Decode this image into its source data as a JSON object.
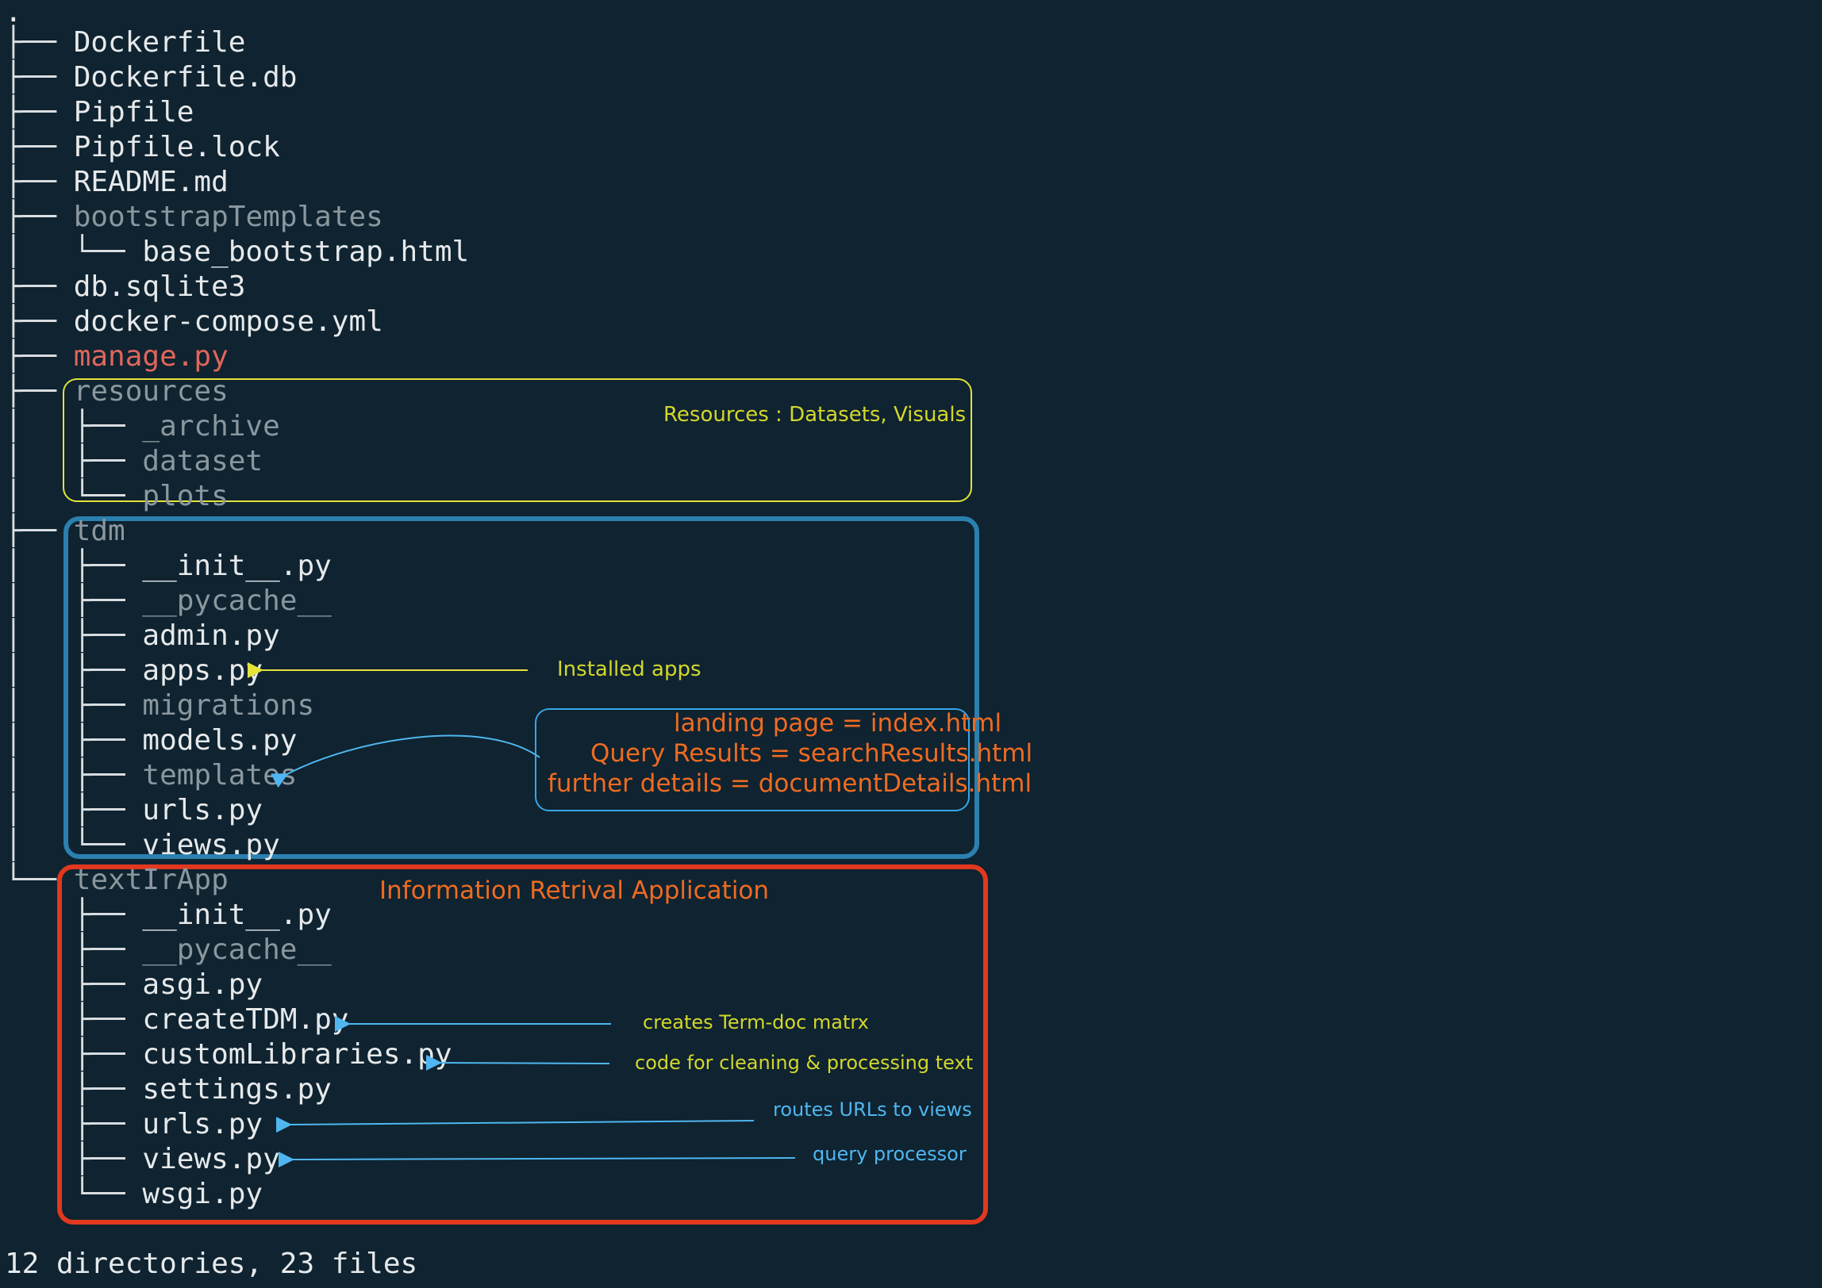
{
  "tree": {
    "root": ".",
    "lines": [
      {
        "branch": "├── ",
        "name": "Dockerfile",
        "kind": "file"
      },
      {
        "branch": "├── ",
        "name": "Dockerfile.db",
        "kind": "file"
      },
      {
        "branch": "├── ",
        "name": "Pipfile",
        "kind": "file"
      },
      {
        "branch": "├── ",
        "name": "Pipfile.lock",
        "kind": "file"
      },
      {
        "branch": "├── ",
        "name": "README.md",
        "kind": "file"
      },
      {
        "branch": "├── ",
        "name": "bootstrapTemplates",
        "kind": "dir"
      },
      {
        "branch": "│   └── ",
        "name": "base_bootstrap.html",
        "kind": "file"
      },
      {
        "branch": "├── ",
        "name": "db.sqlite3",
        "kind": "file"
      },
      {
        "branch": "├── ",
        "name": "docker-compose.yml",
        "kind": "file"
      },
      {
        "branch": "├── ",
        "name": "manage.py",
        "kind": "exec"
      },
      {
        "branch": "├── ",
        "name": "resources",
        "kind": "dir"
      },
      {
        "branch": "│   ├── ",
        "name": "_archive",
        "kind": "dir"
      },
      {
        "branch": "│   ├── ",
        "name": "dataset",
        "kind": "dir"
      },
      {
        "branch": "│   └── ",
        "name": "plots",
        "kind": "dir"
      },
      {
        "branch": "├── ",
        "name": "tdm",
        "kind": "dir"
      },
      {
        "branch": "│   ├── ",
        "name": "__init__.py",
        "kind": "file"
      },
      {
        "branch": "│   ├── ",
        "name": "__pycache__",
        "kind": "dir"
      },
      {
        "branch": "│   ├── ",
        "name": "admin.py",
        "kind": "file"
      },
      {
        "branch": "│   ├── ",
        "name": "apps.py",
        "kind": "file"
      },
      {
        "branch": "│   ├── ",
        "name": "migrations",
        "kind": "dir"
      },
      {
        "branch": "│   ├── ",
        "name": "models.py",
        "kind": "file"
      },
      {
        "branch": "│   ├── ",
        "name": "templates",
        "kind": "dir"
      },
      {
        "branch": "│   ├── ",
        "name": "urls.py",
        "kind": "file"
      },
      {
        "branch": "│   └── ",
        "name": "views.py",
        "kind": "file"
      },
      {
        "branch": "└── ",
        "name": "textIrApp",
        "kind": "dir"
      },
      {
        "branch": "    ├── ",
        "name": "__init__.py",
        "kind": "file"
      },
      {
        "branch": "    ├── ",
        "name": "__pycache__",
        "kind": "dir"
      },
      {
        "branch": "    ├── ",
        "name": "asgi.py",
        "kind": "file"
      },
      {
        "branch": "    ├── ",
        "name": "createTDM.py",
        "kind": "file"
      },
      {
        "branch": "    ├── ",
        "name": "customLibraries.py",
        "kind": "file"
      },
      {
        "branch": "    ├── ",
        "name": "settings.py",
        "kind": "file"
      },
      {
        "branch": "    ├── ",
        "name": "urls.py",
        "kind": "file"
      },
      {
        "branch": "    ├── ",
        "name": "views.py",
        "kind": "file"
      },
      {
        "branch": "    └── ",
        "name": "wsgi.py",
        "kind": "file"
      }
    ],
    "summary": "12 directories, 23 files"
  },
  "annotations": {
    "resources": "Resources : Datasets, Visuals",
    "installed_apps": "Installed apps",
    "templates_notes": [
      "landing page = index.html",
      "Query Results = searchResults.html",
      "further details = documentDetails.html"
    ],
    "textir_title": "Information Retrival Application",
    "create_tdm": "creates Term-doc matrx",
    "custom_libraries": "code for cleaning & processing text",
    "urls": "routes URLs to views",
    "views": "query processor"
  },
  "colors": {
    "background": "#0f2330",
    "file": "#e6e9eb",
    "directory": "#8a979e",
    "executable": "#e0665c",
    "highlight_yellow": "#e4e33a",
    "highlight_blue": "#2b80b0",
    "highlight_red": "#e2381f",
    "note_orange": "#ef6b21",
    "note_blue": "#4fb6ef"
  }
}
